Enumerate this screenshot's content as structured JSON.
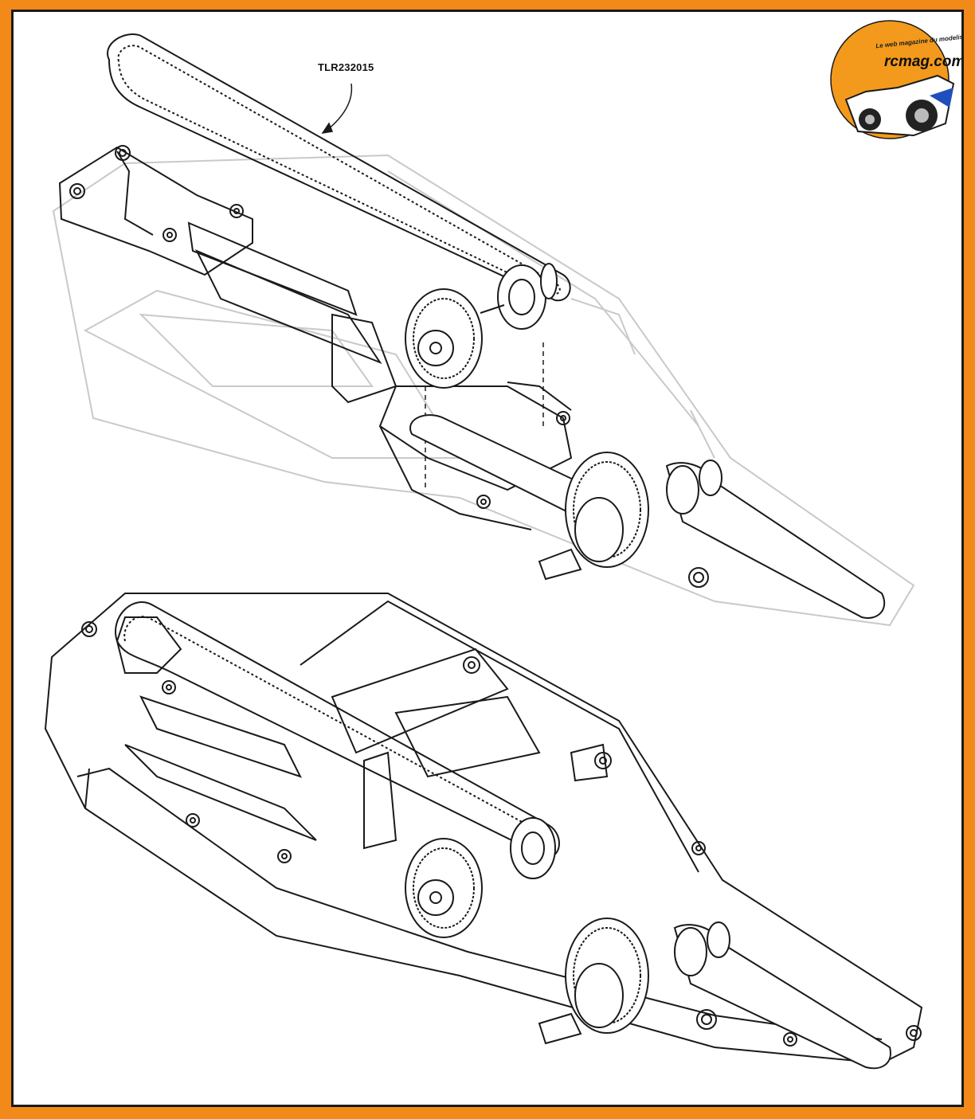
{
  "diagram": {
    "callout_label": "TLR232015"
  },
  "logo": {
    "brand": "rcmag.com",
    "tagline": "Le web magazine du modelisme"
  },
  "colors": {
    "frame": "#f28a1a",
    "logo_disc": "#f39a1c",
    "line": "#1a1a1a",
    "ghost_line": "#c9c9c9"
  }
}
